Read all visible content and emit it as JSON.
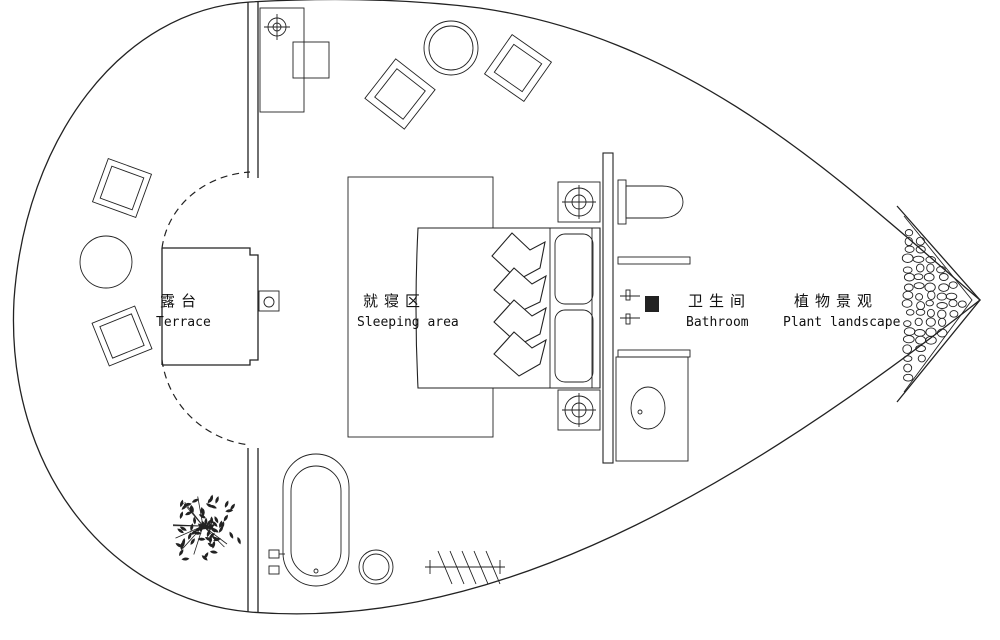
{
  "labels": {
    "terrace": {
      "zh": "露台",
      "en": "Terrace"
    },
    "sleeping": {
      "zh": "就寝区",
      "en": "Sleeping area"
    },
    "bathroom": {
      "zh": "卫生间",
      "en": "Bathroom"
    },
    "plant": {
      "zh": "植物景观",
      "en": "Plant landscape"
    }
  },
  "colors": {
    "line": "#222222",
    "background": "#ffffff"
  }
}
